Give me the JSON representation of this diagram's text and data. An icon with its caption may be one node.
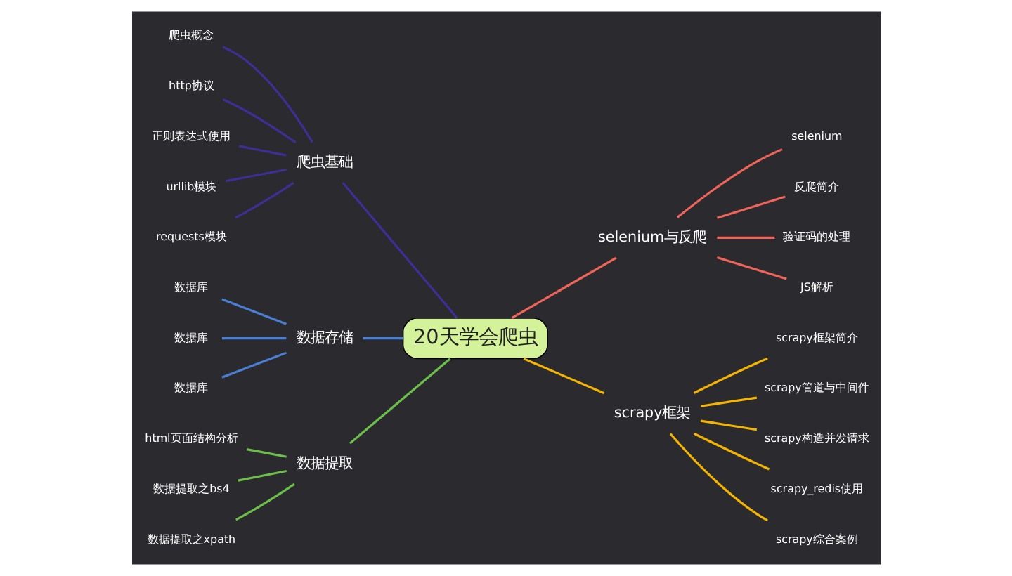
{
  "diagram": {
    "nodes": [
      {
        "text": [
          "20天学会爬虫"
        ]
      },
      {
        "text": [
          "爬虫基础"
        ]
      },
      {
        "text": [
          "爬虫概念"
        ]
      },
      {
        "text": [
          "http协议"
        ]
      },
      {
        "text": [
          "正则表达式使用"
        ]
      },
      {
        "text": [
          "urllib模块"
        ]
      },
      {
        "text": [
          "requests模块"
        ]
      },
      {
        "text": [
          "数据存储"
        ]
      },
      {
        "text": [
          "数据库"
        ]
      },
      {
        "text": [
          "数据库"
        ]
      },
      {
        "text": [
          "数据库"
        ]
      },
      {
        "text": [
          "数据提取"
        ]
      },
      {
        "text": [
          "html页面结构分析"
        ]
      },
      {
        "text": [
          "数据提取之bs4"
        ]
      },
      {
        "text": [
          "数据提取之xpath"
        ]
      },
      {
        "text": [
          "selenium与反爬"
        ]
      },
      {
        "text": [
          "selenium"
        ]
      },
      {
        "text": [
          "反爬简介"
        ]
      },
      {
        "text": [
          "验证码的处理"
        ]
      },
      {
        "text": [
          "JS解析"
        ]
      },
      {
        "text": [
          "scrapy框架"
        ]
      },
      {
        "text": [
          "scrapy框架简介"
        ]
      },
      {
        "text": [
          "scrapy管道与中间件"
        ]
      },
      {
        "text": [
          "scrapy构造并发请求"
        ]
      },
      {
        "text": [
          "scrapy_redis使用"
        ]
      },
      {
        "text": [
          "scrapy综合案例"
        ]
      }
    ],
    "edges": [
      {
        "from": 1,
        "to": 0,
        "arrow": "none",
        "color": "#3d2f96"
      },
      {
        "from": 2,
        "to": 1,
        "arrow": "none",
        "color": "#3d2f96"
      },
      {
        "from": 3,
        "to": 1,
        "arrow": "none",
        "color": "#3d2f96"
      },
      {
        "from": 4,
        "to": 1,
        "arrow": "none",
        "color": "#3d2f96"
      },
      {
        "from": 5,
        "to": 1,
        "arrow": "none",
        "color": "#3d2f96"
      },
      {
        "from": 6,
        "to": 1,
        "arrow": "none",
        "color": "#3d2f96"
      },
      {
        "from": 7,
        "to": 0,
        "arrow": "none",
        "color": "#4a7fd4"
      },
      {
        "from": 8,
        "to": 7,
        "arrow": "none",
        "color": "#4a7fd4"
      },
      {
        "from": 9,
        "to": 7,
        "arrow": "none",
        "color": "#4a7fd4"
      },
      {
        "from": 10,
        "to": 7,
        "arrow": "none",
        "color": "#4a7fd4"
      },
      {
        "from": 11,
        "to": 0,
        "arrow": "none",
        "color": "#6cc04a"
      },
      {
        "from": 12,
        "to": 11,
        "arrow": "none",
        "color": "#6cc04a"
      },
      {
        "from": 13,
        "to": 11,
        "arrow": "none",
        "color": "#6cc04a"
      },
      {
        "from": 14,
        "to": 11,
        "arrow": "none",
        "color": "#6cc04a"
      },
      {
        "from": 0,
        "to": 15,
        "arrow": "none",
        "color": "#f0645a"
      },
      {
        "from": 15,
        "to": 16,
        "arrow": "none",
        "color": "#f0645a"
      },
      {
        "from": 15,
        "to": 17,
        "arrow": "none",
        "color": "#f0645a"
      },
      {
        "from": 15,
        "to": 18,
        "arrow": "none",
        "color": "#f0645a"
      },
      {
        "from": 15,
        "to": 19,
        "arrow": "none",
        "color": "#f0645a"
      },
      {
        "from": 0,
        "to": 20,
        "arrow": "none",
        "color": "#f5b400"
      },
      {
        "from": 20,
        "to": 21,
        "arrow": "none",
        "color": "#f5b400"
      },
      {
        "from": 20,
        "to": 22,
        "arrow": "none",
        "color": "#f5b400"
      },
      {
        "from": 20,
        "to": 23,
        "arrow": "none",
        "color": "#f5b400"
      },
      {
        "from": 20,
        "to": 24,
        "arrow": "none",
        "color": "#f5b400"
      },
      {
        "from": 20,
        "to": 25,
        "arrow": "none",
        "color": "#f5b400"
      }
    ]
  }
}
